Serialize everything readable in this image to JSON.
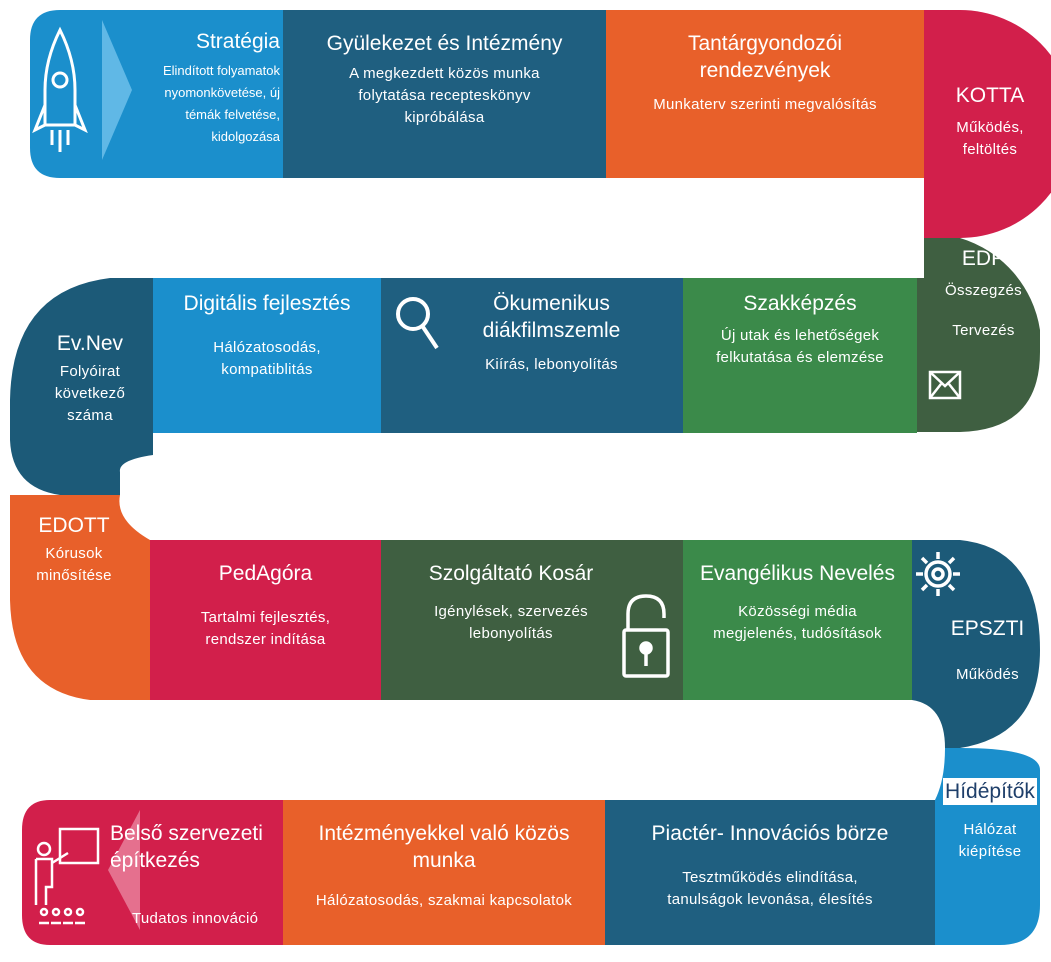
{
  "colors": {
    "teal": "#1f5f80",
    "blue": "#1b8fcc",
    "orange": "#e8602a",
    "red": "#d21f4b",
    "green": "#3b8a4a",
    "olive": "#3f5f41",
    "dark_teal": "#1c5a78"
  },
  "row1": {
    "strategia": {
      "title": "Stratégia",
      "sub": [
        "Elindított folyamatok",
        "nyomonkövetése, új",
        "témák felvetése,",
        "kidolgozása"
      ]
    },
    "gyulekezet": {
      "title": "Gyülekezet és Intézmény",
      "sub": [
        "A megkezdett közös munka",
        "folytatása recepteskönyv",
        "kipróbálása"
      ]
    },
    "tantargy": {
      "title": [
        "Tantárgyondozói",
        "rendezvények"
      ],
      "sub": "Munkaterv szerinti megvalósítás"
    },
    "kotta": {
      "title": "KOTTA",
      "sub": [
        "Működés,",
        "feltöltés"
      ]
    }
  },
  "row2": {
    "edp": {
      "title": "EDP",
      "sub1": "Összegzés",
      "sub2": "Tervezés"
    },
    "szakkepzes": {
      "title": "Szakképzés",
      "sub": [
        "Új utak és lehetőségek",
        "felkutatása és elemzése"
      ]
    },
    "okumenikus": {
      "title": [
        "Ökumenikus",
        "diákfilmszemle"
      ],
      "sub": "Kiírás, lebonyolítás"
    },
    "digitalis": {
      "title": "Digitális fejlesztés",
      "sub": [
        "Hálózatosodás,",
        "kompatiblitás"
      ]
    },
    "evnev": {
      "title": "Ev.Nev",
      "sub": [
        "Folyóirat",
        "következő",
        "száma"
      ]
    }
  },
  "row3": {
    "edott": {
      "title": "EDOTT",
      "sub": [
        "Kórusok",
        "minősítése"
      ]
    },
    "pedagora": {
      "title": "PedAgóra",
      "sub": [
        "Tartalmi fejlesztés,",
        "rendszer indítása"
      ]
    },
    "szolgaltato": {
      "title": "Szolgáltató Kosár",
      "sub": [
        "Igénylések, szervezés",
        "lebonyolítás"
      ]
    },
    "evangelikus": {
      "title": "Evangélikus Nevelés",
      "sub": [
        "Közösségi média",
        "megjelenés, tudósítások"
      ]
    },
    "epszti": {
      "title": "EPSZTI",
      "sub": "Működés"
    }
  },
  "row4": {
    "hidepitok": {
      "title": "Hídépítők",
      "sub": [
        "Hálózat",
        "kiépítése"
      ]
    },
    "piacter": {
      "title": "Piactér- Innovációs börze",
      "sub": [
        "Tesztműködés elindítása,",
        "tanulságok levonása, élesítés"
      ]
    },
    "intezmenyekkel": {
      "title": [
        "Intézményekkel való közös",
        "munka"
      ],
      "sub": "Hálózatosodás, szakmai kapcsolatok"
    },
    "belso": {
      "title": [
        "Belső szervezeti",
        "építkezés"
      ],
      "sub": "Tudatos innováció"
    }
  }
}
